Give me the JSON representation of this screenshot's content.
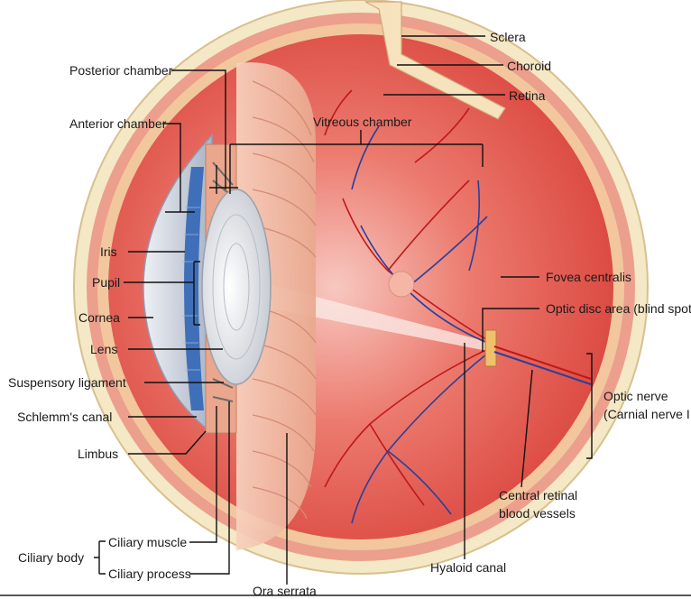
{
  "labels": {
    "sclera": "Sclera",
    "choroid": "Choroid",
    "retina": "Retina",
    "posterior_chamber": "Posterior chamber",
    "anterior_chamber": "Anterior chamber",
    "vitreous_chamber": "Vitreous chamber",
    "iris": "Iris",
    "pupil": "Pupil",
    "cornea": "Cornea",
    "lens": "Lens",
    "suspensory_ligament": "Suspensory ligament",
    "schlemms_canal": "Schlemm's canal",
    "limbus": "Limbus",
    "ciliary_body": "Ciliary body",
    "ciliary_muscle": "Ciliary muscle",
    "ciliary_process": "Ciliary process",
    "ora_serrata": "Ora serrata",
    "hyaloid_canal": "Hyaloid canal",
    "central_retinal_1": "Central retinal",
    "central_retinal_2": "blood vessels",
    "fovea_centralis": "Fovea centralis",
    "optic_disc": "Optic disc area (blind spot)",
    "optic_nerve_1": "Optic nerve",
    "optic_nerve_2": "(Carnial nerve II)"
  },
  "colors": {
    "sclera": "#f3e6c4",
    "choroid": "#e9a08a",
    "retina": "#f2c49a",
    "vitreous": "#e4564f",
    "cornea": "#c9ced8",
    "iris": "#3f6fb8",
    "lens": "#e6e9ee",
    "vessel_red": "#c01818",
    "vessel_blue": "#2a3f9a"
  }
}
